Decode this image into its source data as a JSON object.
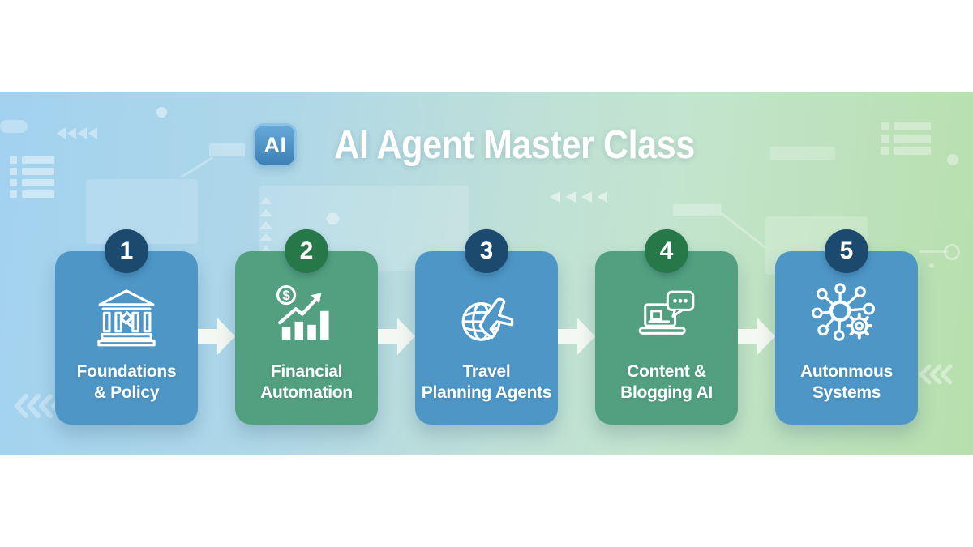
{
  "header": {
    "badge_label": "AI",
    "title": "AI Agent Master Class"
  },
  "steps": [
    {
      "number": "1",
      "label": "Foundations & Policy",
      "line1": "Foundations",
      "line2": "& Policy",
      "icon": "bank-gavel-icon",
      "card_color": "#4d96c6",
      "badge_color": "#1c496e"
    },
    {
      "number": "2",
      "label": "Financial Automation",
      "line1": "Financial",
      "line2": "Automation",
      "icon": "finance-growth-chart-icon",
      "card_color": "#52a080",
      "badge_color": "#277849"
    },
    {
      "number": "3",
      "label": "Travel Planning Agents",
      "line1": "Travel",
      "line2": "Planning Agents",
      "icon": "globe-airplane-icon",
      "card_color": "#4d96c6",
      "badge_color": "#1c496e"
    },
    {
      "number": "4",
      "label": "Content & Blogging AI",
      "line1": "Content &",
      "line2": "Blogging AI",
      "icon": "laptop-chat-bubble-icon",
      "card_color": "#52a080",
      "badge_color": "#277849"
    },
    {
      "number": "5",
      "label": "Autonmous Systems",
      "line1": "Autonmous",
      "line2": "Systems",
      "icon": "network-hub-gear-icon",
      "card_color": "#4d96c6",
      "badge_color": "#1c496e"
    }
  ],
  "colors": {
    "banner_gradient_left": "#a2d2f0",
    "banner_gradient_mid": "#bfe0d8",
    "banner_gradient_right": "#b7dfac",
    "card_blue": "#4d96c6",
    "card_green": "#52a080",
    "badge_navy": "#1c496e",
    "badge_green": "#277849",
    "arrow": "#f4f8f2",
    "text": "#ffffff"
  }
}
